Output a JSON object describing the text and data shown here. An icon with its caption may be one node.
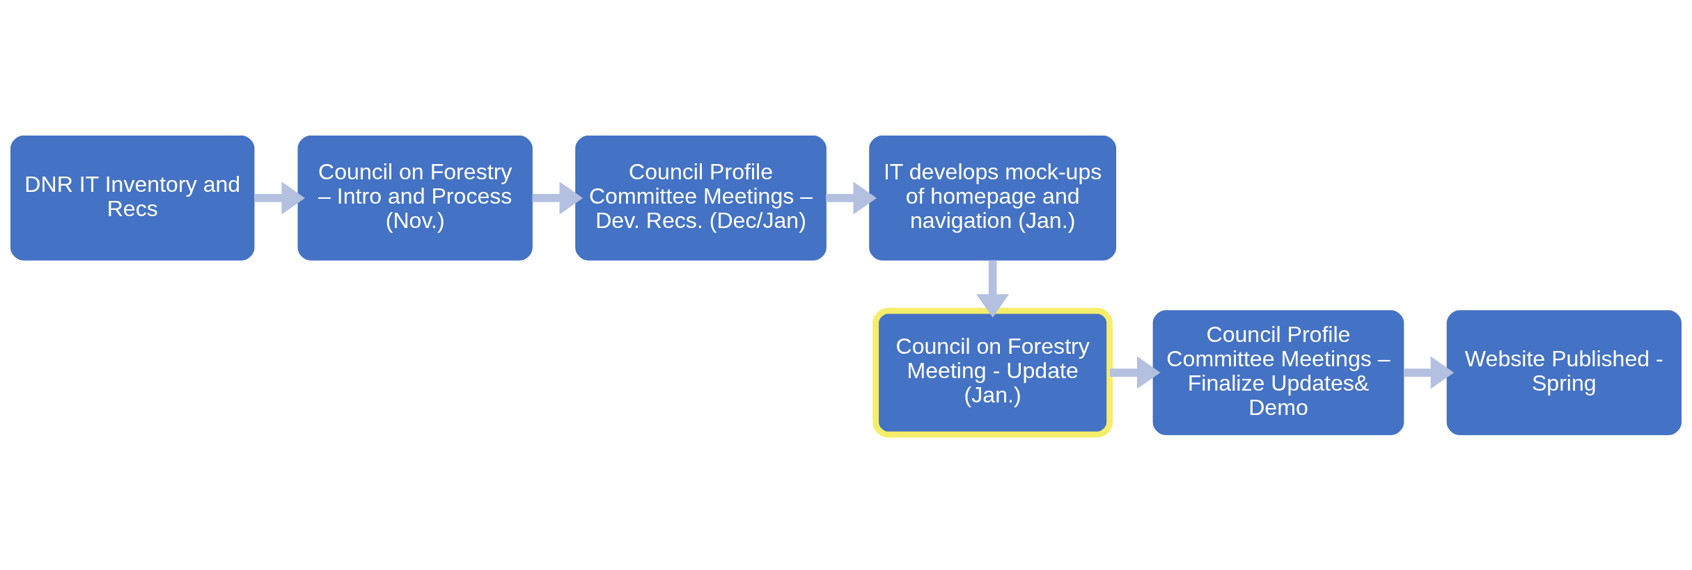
{
  "diagram": {
    "nodes": [
      {
        "text": [
          "DNR IT Inventory and Recs"
        ]
      },
      {
        "text": [
          "Council on Forestry – Intro and Process (Nov.)"
        ]
      },
      {
        "text": [
          "Council Profile Committee Meetings – Dev. Recs. (Dec/Jan)"
        ]
      },
      {
        "text": [
          "IT develops mock-ups of homepage and navigation (Jan.)"
        ]
      },
      {
        "text": [
          "Council on Forestry Meeting - Update (Jan.)"
        ]
      },
      {
        "text": [
          "Council Profile Committee Meetings – Finalize Updates& Demo"
        ]
      },
      {
        "text": [
          "Website Published - Spring"
        ]
      }
    ],
    "edges": [
      {
        "from": 0,
        "to": 1,
        "arrow": "to"
      },
      {
        "from": 1,
        "to": 2,
        "arrow": "to"
      },
      {
        "from": 2,
        "to": 3,
        "arrow": "to"
      },
      {
        "from": 3,
        "to": 4,
        "arrow": "to"
      },
      {
        "from": 4,
        "to": 5,
        "arrow": "to"
      },
      {
        "from": 5,
        "to": 6,
        "arrow": "to"
      }
    ]
  }
}
